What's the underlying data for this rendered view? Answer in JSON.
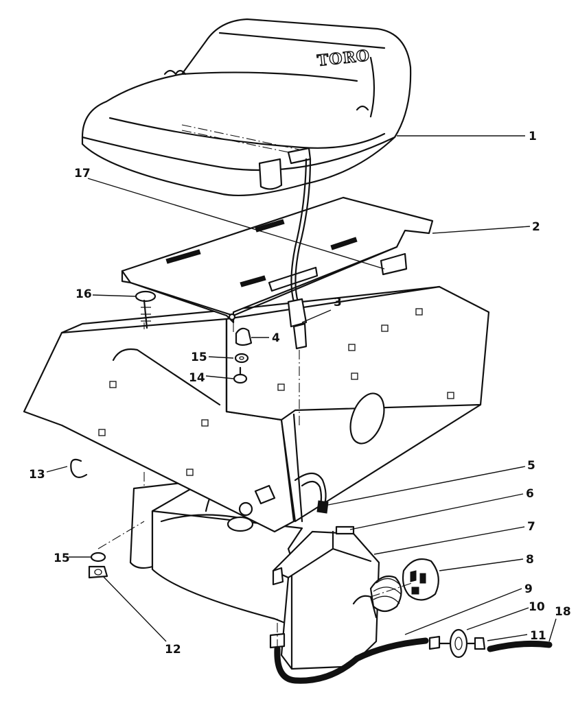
{
  "brand": {
    "logo_text": "TORO"
  },
  "callouts": [
    {
      "id": "c1",
      "label": "1"
    },
    {
      "id": "c2",
      "label": "2"
    },
    {
      "id": "c3",
      "label": "3"
    },
    {
      "id": "c4",
      "label": "4"
    },
    {
      "id": "c5",
      "label": "5"
    },
    {
      "id": "c6",
      "label": "6"
    },
    {
      "id": "c7",
      "label": "7"
    },
    {
      "id": "c8",
      "label": "8"
    },
    {
      "id": "c9",
      "label": "9"
    },
    {
      "id": "c10",
      "label": "10"
    },
    {
      "id": "c11",
      "label": "11"
    },
    {
      "id": "c12",
      "label": "12"
    },
    {
      "id": "c13",
      "label": "13"
    },
    {
      "id": "c14",
      "label": "14"
    },
    {
      "id": "c15a",
      "label": "15"
    },
    {
      "id": "c15b",
      "label": "15"
    },
    {
      "id": "c16",
      "label": "16"
    },
    {
      "id": "c17",
      "label": "17"
    },
    {
      "id": "c18",
      "label": "18"
    }
  ],
  "colors": {
    "ink": "#111111",
    "paper": "#ffffff"
  }
}
